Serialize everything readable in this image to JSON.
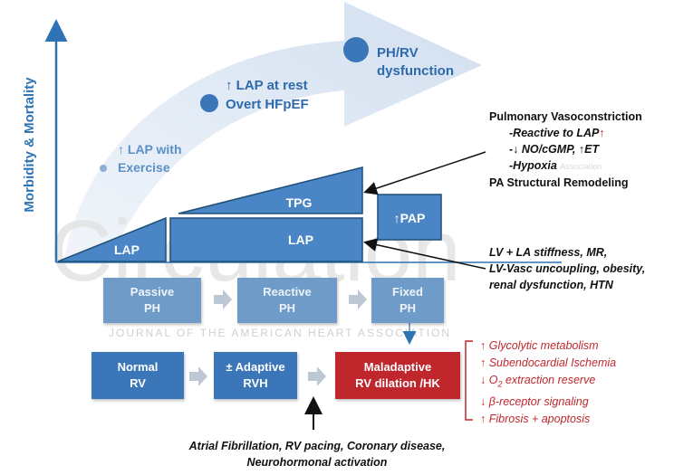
{
  "y_axis_label": "Morbidity & Mortality",
  "progression": {
    "stage1": {
      "line1": "↑ LAP with",
      "line2": "Exercise"
    },
    "stage2": {
      "line1": "↑ LAP at rest",
      "line2": "Overt HFpEF"
    },
    "stage3": {
      "line1": "PH/RV",
      "line2": "dysfunction"
    }
  },
  "shapes": {
    "lap_small": "LAP",
    "tpg": "TPG",
    "lap_large": "LAP",
    "pap": "↑PAP"
  },
  "pulmonary": {
    "title": "Pulmonary Vasoconstriction",
    "items": [
      "-Reactive to LAP",
      "-↓ NO/cGMP, ↑ET",
      "-Hypoxia"
    ],
    "up_mark": "↑",
    "remodeling": "PA Structural Remodeling"
  },
  "lv_factors": {
    "line1": "LV + LA stiffness, MR,",
    "line2": "LV-Vasc uncoupling, obesity,",
    "line3": "renal dysfunction, HTN"
  },
  "ph_boxes": [
    {
      "line1": "Passive",
      "line2": "PH"
    },
    {
      "line1": "Reactive",
      "line2": "PH"
    },
    {
      "line1": "Fixed",
      "line2": "PH"
    }
  ],
  "rv_boxes": [
    {
      "line1": "Normal",
      "line2": "RV"
    },
    {
      "line1": "± Adaptive",
      "line2": "RVH"
    },
    {
      "line1": "Maladaptive",
      "line2": "RV dilation /HK"
    }
  ],
  "rv_consequences": [
    {
      "text": "↑ Glycolytic metabolism"
    },
    {
      "text": "↑ Subendocardial Ischemia"
    },
    {
      "text": "↓ O",
      "sub": "2",
      "tail": " extraction reserve"
    },
    {
      "text": "↓ β-receptor signaling"
    },
    {
      "text": "↑  Fibrosis + apoptosis"
    }
  ],
  "triggers": {
    "line1": "Atrial Fibrillation, RV pacing, Coronary disease,",
    "line2": "Neurohormonal activation"
  },
  "watermark": {
    "title": "Circulation",
    "subtitle": "JOURNAL OF THE AMERICAN HEART ASSOCIATION",
    "small": "Association"
  },
  "colors": {
    "axis": "#2e74b5",
    "shape_blue": "#4a86c5",
    "box_blue": "#3a76b8",
    "light_blue": "#6f9bc9",
    "red": "#c0272d",
    "sweep": "#dde6f2"
  }
}
